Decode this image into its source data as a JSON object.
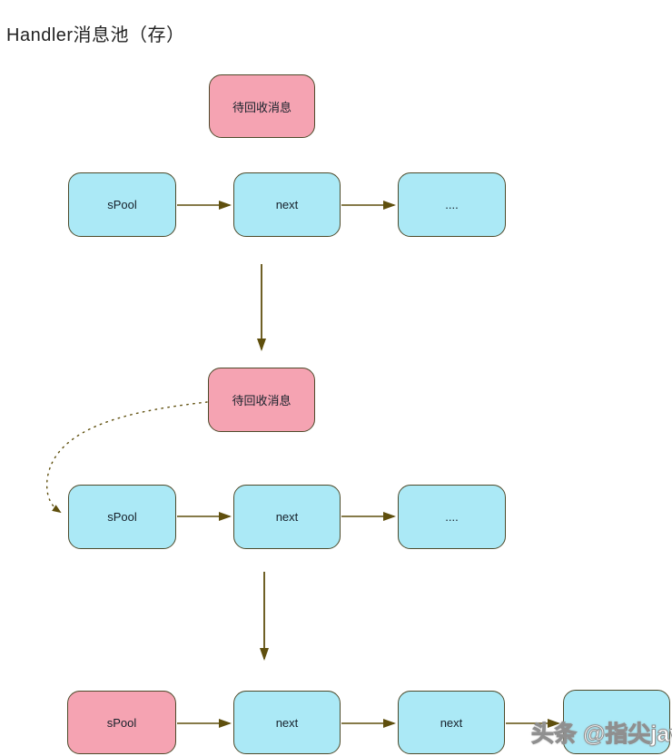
{
  "title": "Handler消息池（存）",
  "watermark": "头条 @指尖java",
  "colors": {
    "node_cyan_fill": "#abe9f6",
    "node_pink_fill": "#f5a3b2",
    "node_border": "#4d4a2a",
    "arrow": "#5f4f0d",
    "title_text": "#222222",
    "watermark_text": "#ffffff"
  },
  "diagram": {
    "stage1": {
      "recycle_label": "待回收消息",
      "nodes": [
        "sPool",
        "next",
        "...."
      ]
    },
    "stage2": {
      "recycle_label": "待回收消息",
      "nodes": [
        "sPool",
        "next",
        "...."
      ]
    },
    "stage3": {
      "nodes": [
        "sPool",
        "next",
        "next",
        ""
      ]
    }
  }
}
